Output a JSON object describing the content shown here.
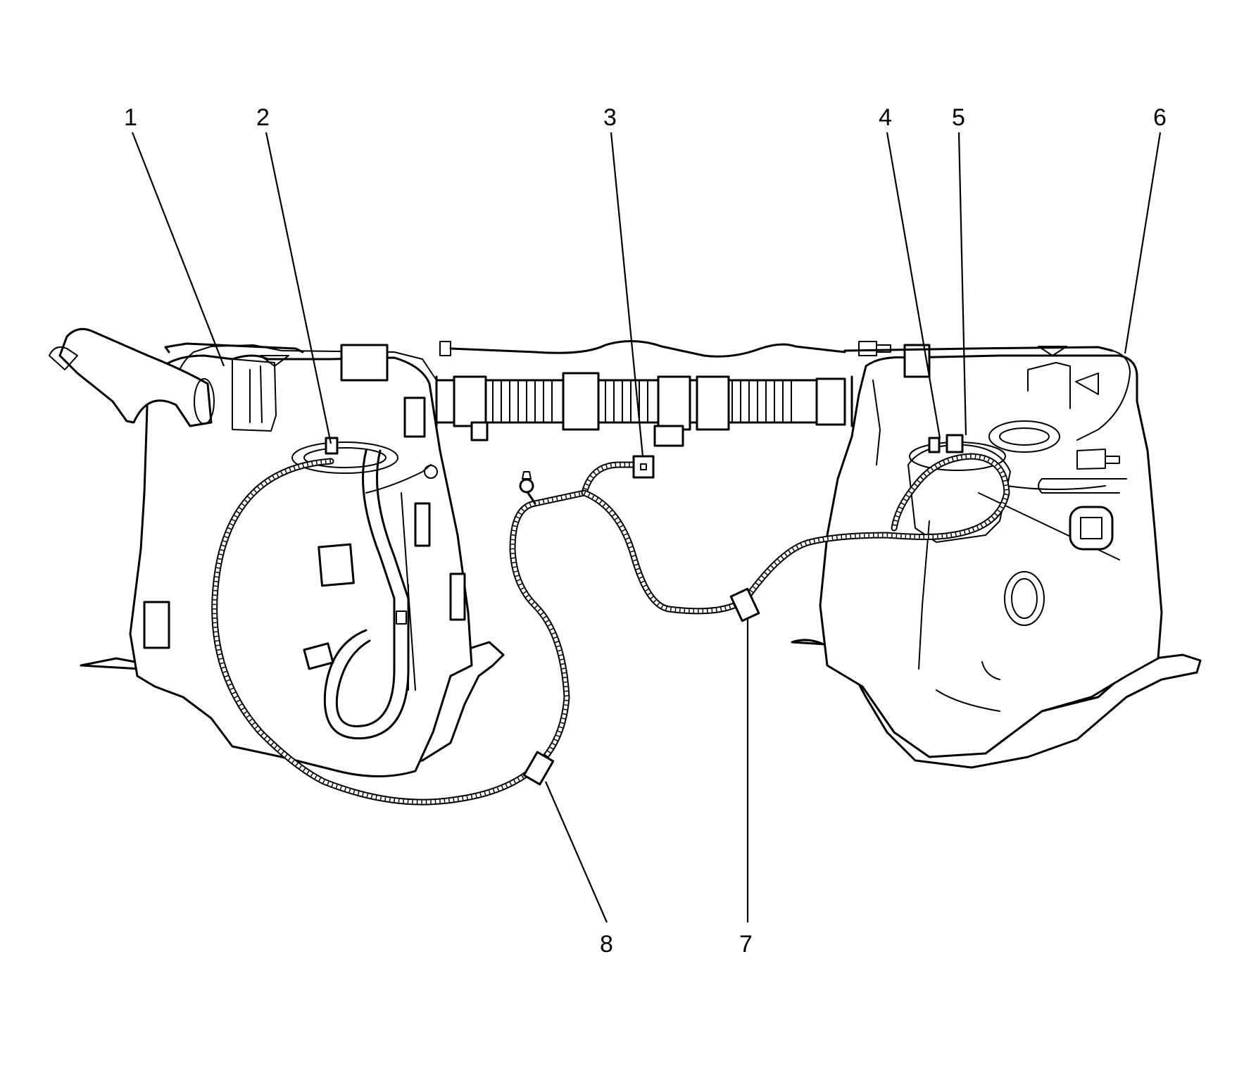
{
  "callouts": [
    {
      "id": "1",
      "label": "1"
    },
    {
      "id": "2",
      "label": "2"
    },
    {
      "id": "3",
      "label": "3"
    },
    {
      "id": "4",
      "label": "4"
    },
    {
      "id": "5",
      "label": "5"
    },
    {
      "id": "6",
      "label": "6"
    },
    {
      "id": "7",
      "label": "7"
    },
    {
      "id": "8",
      "label": "8"
    }
  ],
  "style": {
    "line_color": "#000000",
    "background": "#ffffff"
  }
}
